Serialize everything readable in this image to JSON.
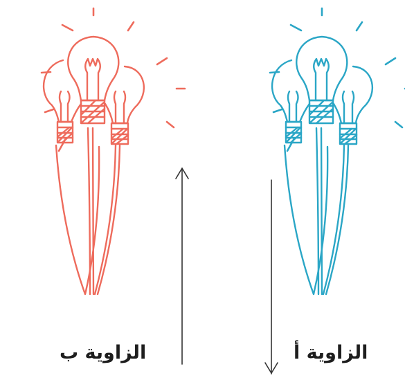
{
  "labels": {
    "perspective_b": "الزاوية ب",
    "perspective_a": "الزاوية أ"
  },
  "colors": {
    "left_bulbs": "#ee6b5c",
    "right_bulbs": "#2aa6c6",
    "arrows": "#333333",
    "text": "#1e1e1e"
  },
  "illustration": {
    "left_group": {
      "icon": "light-bulb-cluster-icon",
      "arrow_direction": "up"
    },
    "right_group": {
      "icon": "light-bulb-cluster-icon",
      "arrow_direction": "down"
    }
  }
}
